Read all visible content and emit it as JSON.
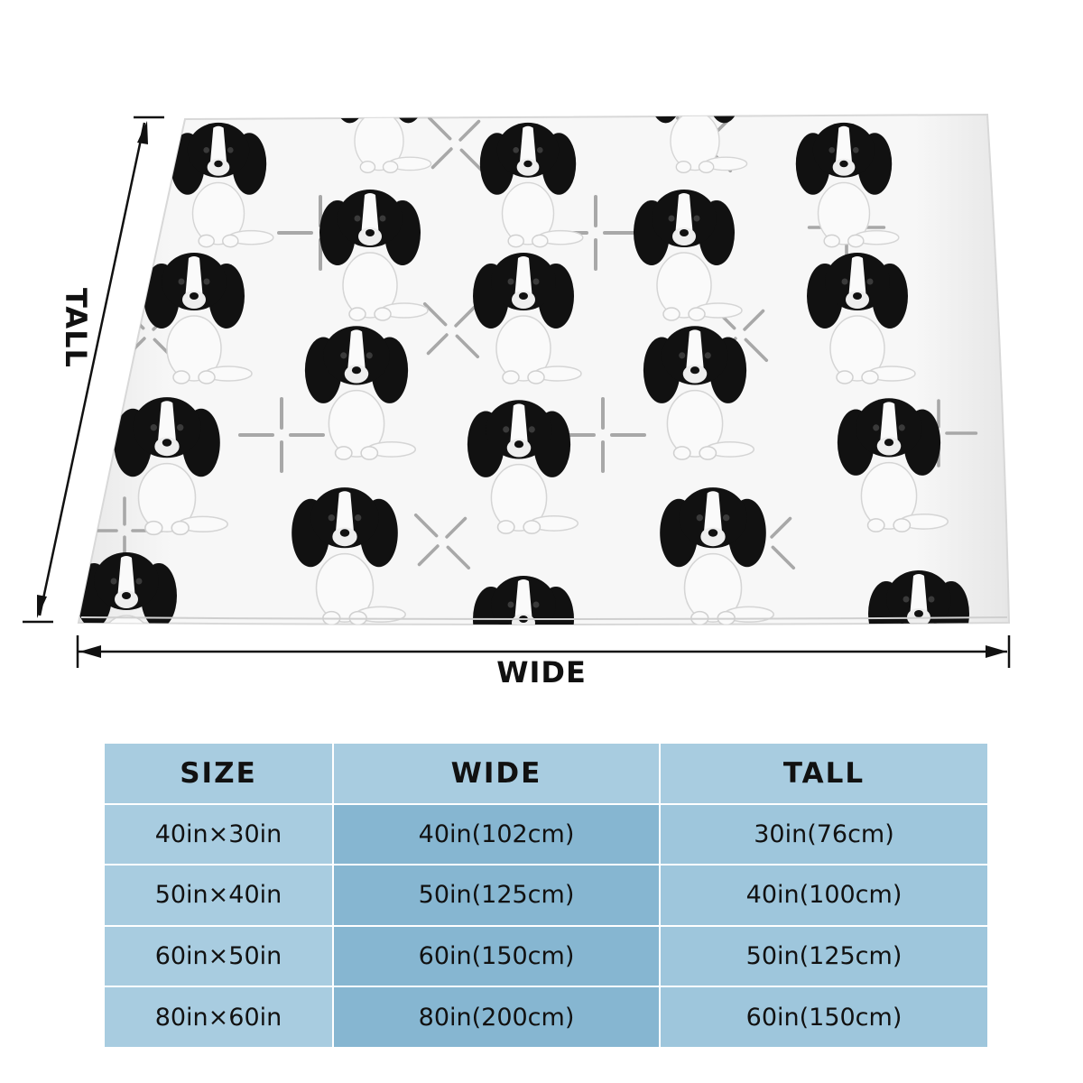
{
  "diagram": {
    "wide_label": "WIDE",
    "tall_label": "TALL",
    "pattern": "black-and-white spaniel puppy repeat with grey cross marks",
    "colors": {
      "blanket": "#f4f4f4",
      "fur_dark": "#111111",
      "fur_light": "#fafafa",
      "mark": "#a8a8a8"
    }
  },
  "size_table": {
    "headers": [
      "SIZE",
      "WIDE",
      "TALL"
    ],
    "rows": [
      [
        "40in×30in",
        "40in(102cm)",
        "30in(76cm)"
      ],
      [
        "50in×40in",
        "50in(125cm)",
        "40in(100cm)"
      ],
      [
        "60in×50in",
        "60in(150cm)",
        "50in(125cm)"
      ],
      [
        "80in×60in",
        "80in(200cm)",
        "60in(150cm)"
      ]
    ],
    "colors": {
      "header": "#a8cce0",
      "size_col": "#a8cce0",
      "wide_col": "#86b6d1",
      "tall_col": "#9ec6dc"
    }
  }
}
